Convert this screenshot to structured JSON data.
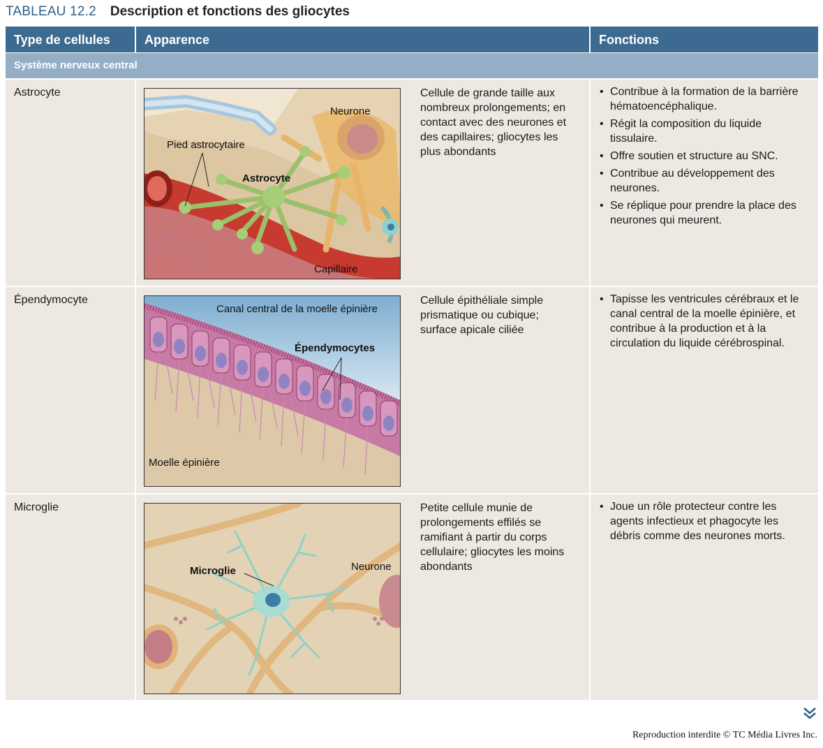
{
  "title": {
    "number": "TABLEAU 12.2",
    "text": "Description et fonctions des gliocytes"
  },
  "headers": {
    "type": "Type de cellules",
    "appearance": "Apparence",
    "functions": "Fonctions"
  },
  "section": "Système nerveux central",
  "rows": [
    {
      "type": "Astrocyte",
      "description": "Cellule de grande taille aux nombreux prolongements; en contact avec des neurones et des capillaires; gliocytes les plus abondants",
      "labels": {
        "neurone": "Neurone",
        "pied": "Pied astrocytaire",
        "astrocyte": "Astrocyte",
        "capillaire": "Capillaire"
      },
      "functions": [
        "Contribue à la formation de la barrière hématoencéphalique.",
        "Régit la composition du liquide tissulaire.",
        "Offre soutien et structure au SNC.",
        "Contribue au développement des neurones.",
        "Se réplique pour prendre la place des neurones qui meurent."
      ]
    },
    {
      "type": "Épendymocyte",
      "description": "Cellule épithéliale simple prismatique ou cubique; surface apicale ciliée",
      "labels": {
        "canal": "Canal central de la moelle épinière",
        "ependymocytes": "Épendymocytes",
        "moelle": "Moelle épinière"
      },
      "functions": [
        "Tapisse les ventricules cérébraux et le canal central de la moelle épinière, et contribue à la production et à la circulation du liquide cérébrospinal."
      ]
    },
    {
      "type": "Microglie",
      "description": "Petite cellule munie de prolongements effilés se ramifiant à partir du corps cellulaire; gliocytes les moins abondants",
      "labels": {
        "microglie": "Microglie",
        "neurone": "Neurone"
      },
      "functions": [
        "Joue un rôle protecteur contre les agents infectieux et phagocyte les débris comme des neurones morts."
      ]
    }
  ],
  "footer": "Reproduction interdite © TC Média Livres Inc.",
  "icons": {
    "next": "double-chevron-down-icon"
  },
  "colors": {
    "header": "#3d6a90",
    "section": "#94aec6",
    "row": "#ede8e2",
    "title_num": "#2e5f87"
  }
}
